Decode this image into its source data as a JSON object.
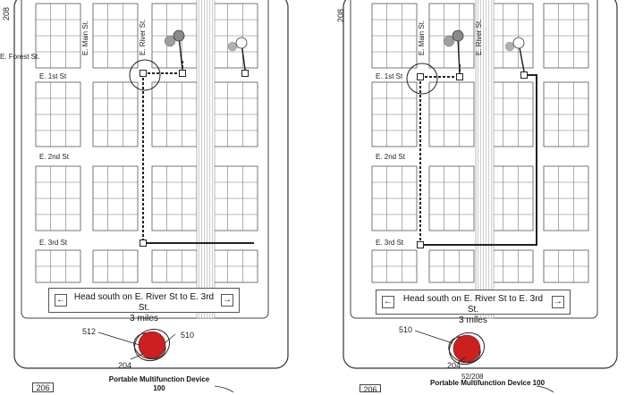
{
  "figure_refs": {
    "device_outer_ref": "208",
    "bottom_ref": "206",
    "right_bottom_ref": "206",
    "left_callout_512": "512",
    "left_callout_510": "510",
    "left_callout_204": "204",
    "right_callout_510": "510",
    "right_callout_204": "204",
    "right_callout_partial": "52/208"
  },
  "device_caption": {
    "line1": "Portable Multifunction Device",
    "line2": "100",
    "right_line1": "Portable Multifunction Device 100"
  },
  "map_left": {
    "streets": {
      "main": "E. Main St.",
      "river": "E. River St.",
      "first": "E. 1st St",
      "second": "E. 2nd St",
      "third": "E. 3rd St"
    },
    "direction": {
      "text": "Head south on E. River St to E. 3rd St.",
      "distance": "3 miles",
      "prev_label": "←",
      "next_label": "→"
    }
  },
  "map_right": {
    "streets": {
      "main": "E. Main St.",
      "river": "E. River St.",
      "forest": "E. Forest St.",
      "first": "E. 1st St",
      "second": "E. 2nd St",
      "third": "E. 3rd St"
    },
    "direction": {
      "text": "Head south on E. River St to E. 3rd St.",
      "distance": "3 miles",
      "prev_label": "←",
      "next_label": "→"
    }
  },
  "colors": {
    "touch_contact": "#cc1f1f",
    "line": "#444444",
    "road_hatch": "#bbbbbb"
  }
}
